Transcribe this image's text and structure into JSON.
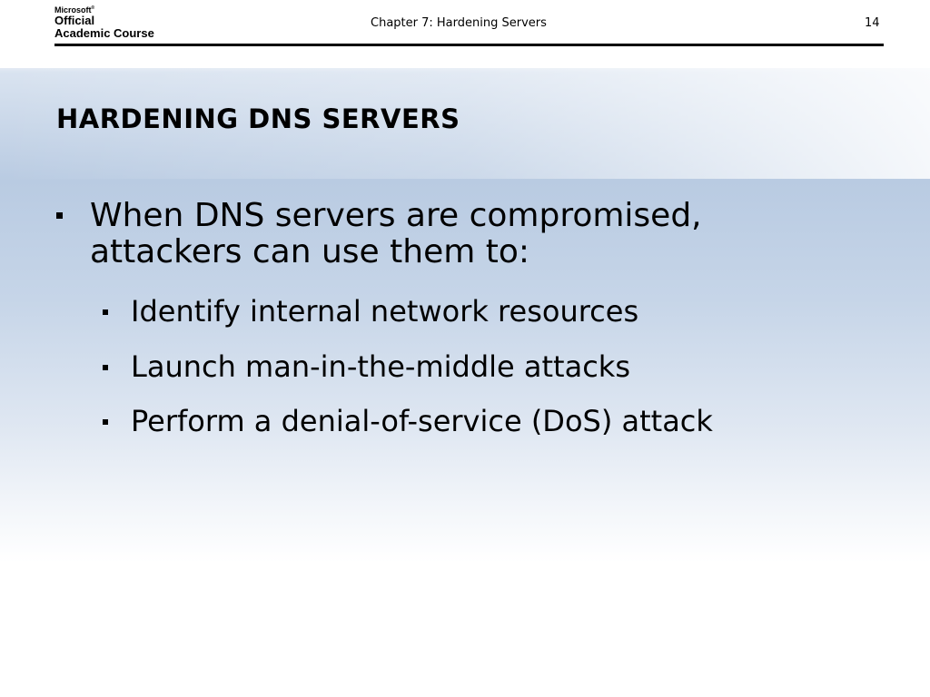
{
  "header": {
    "logo": {
      "line1": "Microsoft",
      "line2": "Official",
      "line3": "Academic Course"
    },
    "chapter": "Chapter 7: Hardening Servers",
    "slide_number": "14"
  },
  "slide": {
    "title": "HARDENING DNS SERVERS",
    "bullets": [
      {
        "text": "When DNS servers are compromised, attackers can use them to:",
        "subitems": [
          "Identify internal network resources",
          "Launch man-in-the-middle attacks",
          "Perform a denial-of-service (DoS) attack"
        ]
      }
    ]
  }
}
